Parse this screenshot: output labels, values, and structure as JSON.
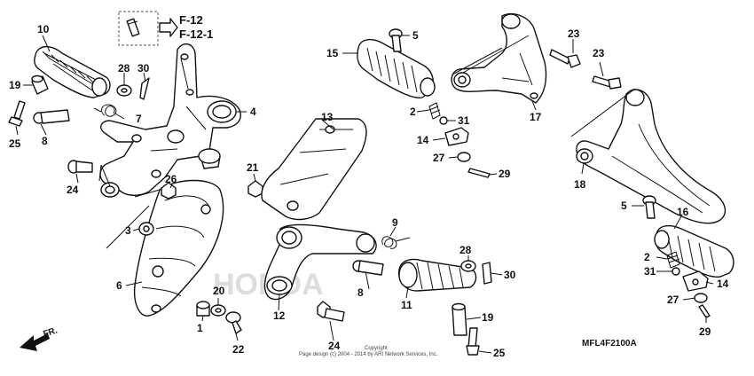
{
  "reference": {
    "codes": [
      "F-12",
      "F-12-1"
    ]
  },
  "diagram_code": "MFL4F2100A",
  "direction": "FR.",
  "copyright": {
    "line1": "Copyright",
    "line2": "Page design (c) 2004 - 2014 by ARI Network Services, Inc."
  },
  "watermark": "HONDA",
  "callouts": {
    "c1": "1",
    "c2a": "2",
    "c2b": "2",
    "c3": "3",
    "c4": "4",
    "c5a": "5",
    "c5b": "5",
    "c6": "6",
    "c7": "7",
    "c8a": "8",
    "c8b": "8",
    "c9": "9",
    "c10": "10",
    "c11": "11",
    "c12": "12",
    "c13": "13",
    "c14a": "14",
    "c14b": "14",
    "c15": "15",
    "c16": "16",
    "c17": "17",
    "c18": "18",
    "c19a": "19",
    "c19b": "19",
    "c20": "20",
    "c21": "21",
    "c22": "22",
    "c23a": "23",
    "c23b": "23",
    "c24a": "24",
    "c24b": "24",
    "c25a": "25",
    "c25b": "25",
    "c26": "26",
    "c27a": "27",
    "c27b": "27",
    "c28a": "28",
    "c28b": "28",
    "c29a": "29",
    "c29b": "29",
    "c30a": "30",
    "c30b": "30",
    "c31a": "31",
    "c31b": "31"
  }
}
